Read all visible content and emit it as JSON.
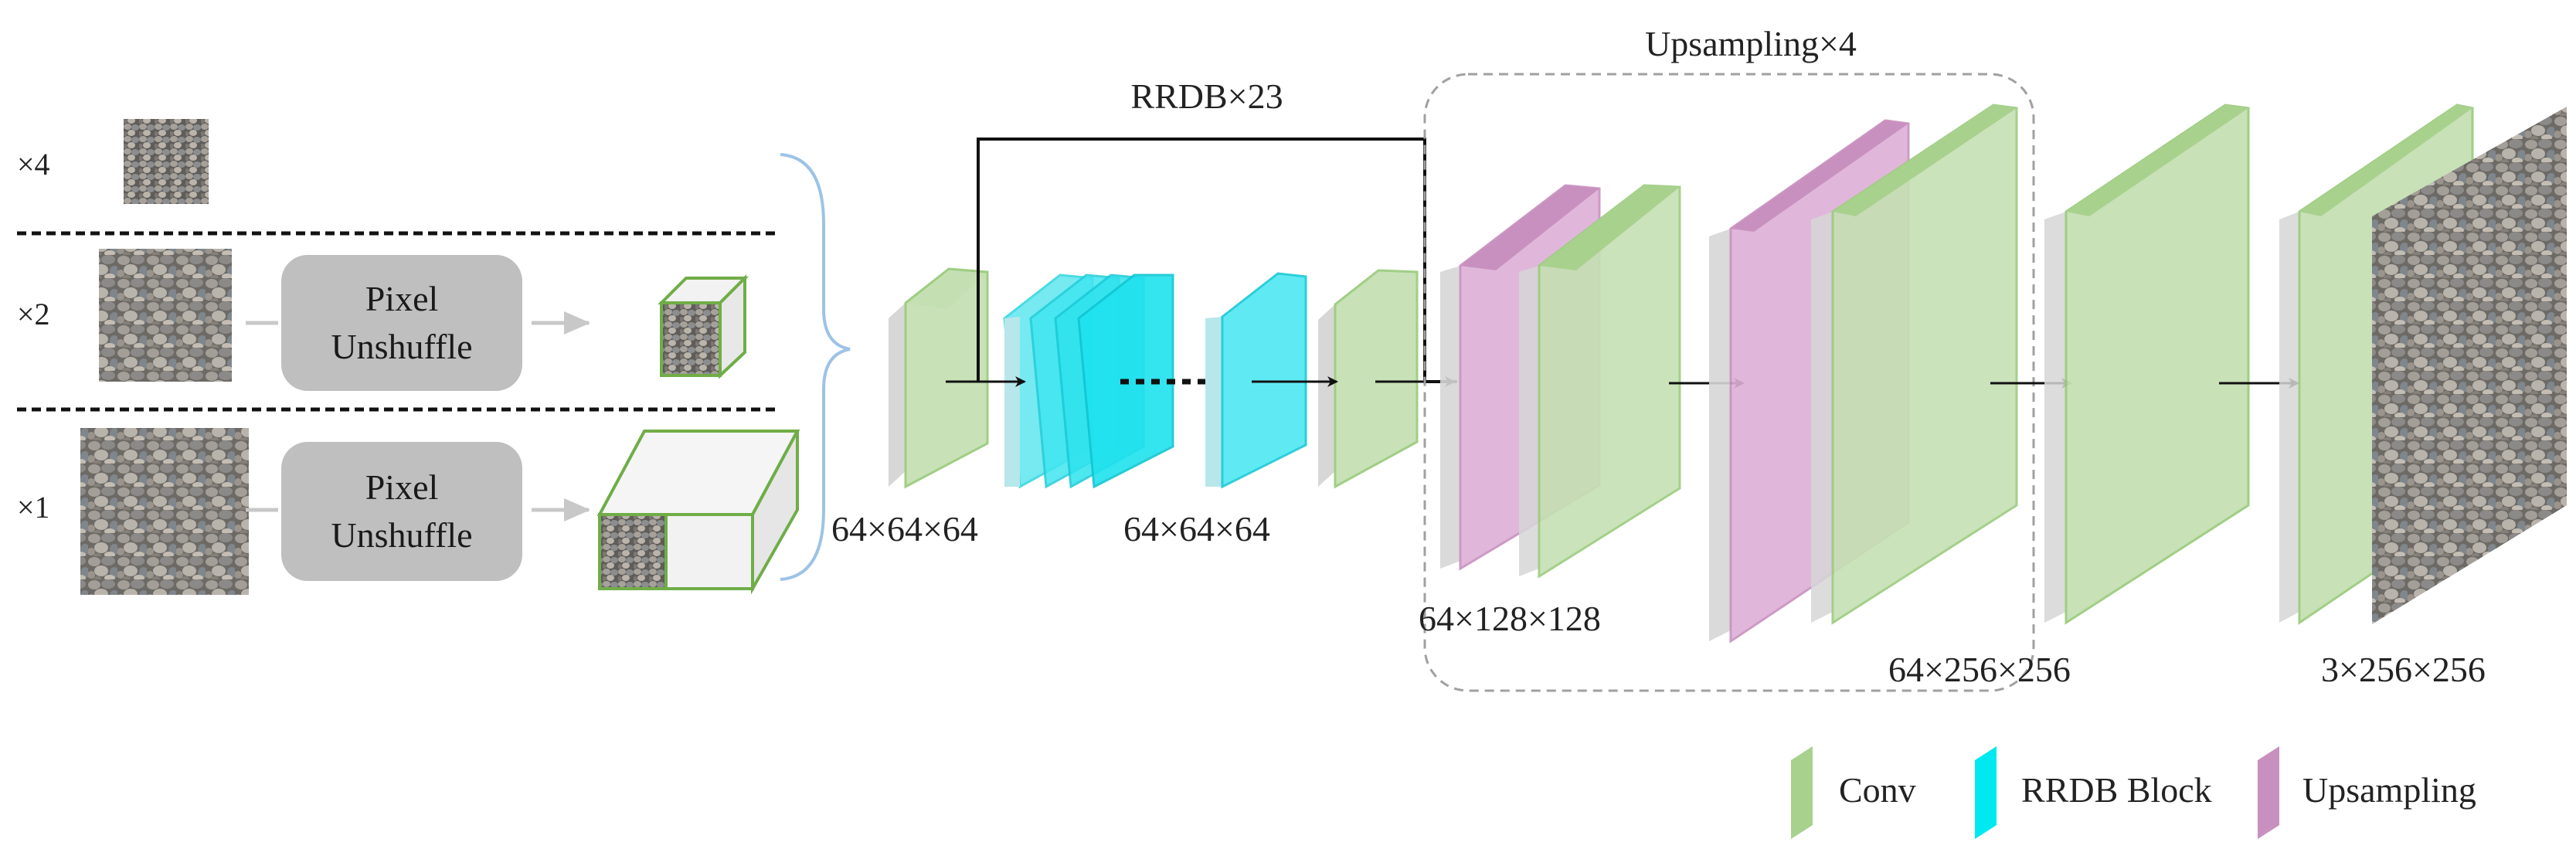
{
  "scales": [
    {
      "label": "×4",
      "pixel_unshuffle": false
    },
    {
      "label": "×2",
      "pixel_unshuffle": true
    },
    {
      "label": "×1",
      "pixel_unshuffle": true
    }
  ],
  "pixel_unshuffle": {
    "line1": "Pixel",
    "line2": "Unshuffle"
  },
  "skip_label": "RRDB×23",
  "upsample_group_label": "Upsampling×4",
  "dims": {
    "conv_in": "64×64×64",
    "rrdb_out": "64×64×64",
    "up1": "64×128×128",
    "up2": "64×256×256",
    "output": "3×256×256"
  },
  "legend": [
    {
      "label": "Conv",
      "color": "#a9d18e"
    },
    {
      "label": "RRDB Block",
      "color": "#00e8f0"
    },
    {
      "label": "Upsampling",
      "color": "#c890bf"
    }
  ],
  "colors": {
    "conv": "#a9d18e",
    "rrdb": "#00e8f0",
    "upsampling": "#c890bf",
    "unshuffle_box": "#bfbfbf",
    "stone": "#8a8680"
  }
}
